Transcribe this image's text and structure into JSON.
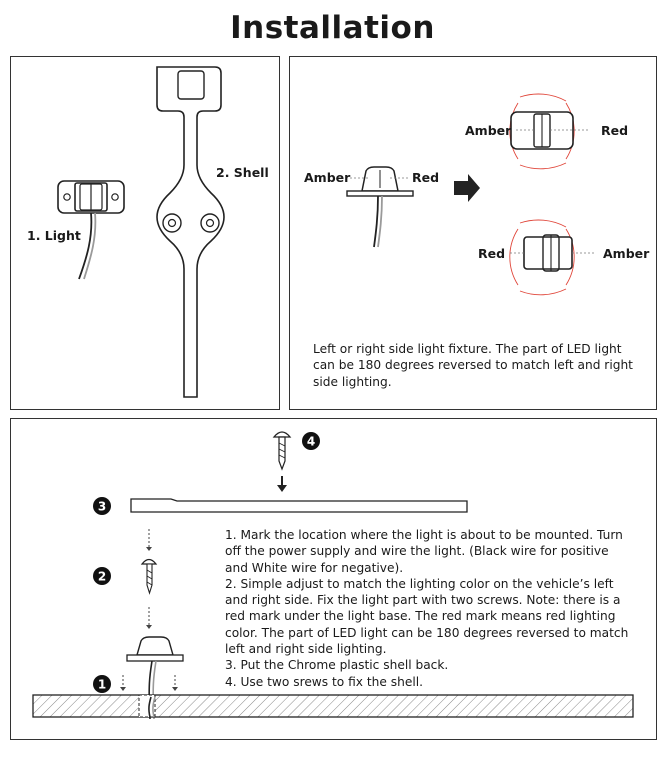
{
  "title": "Installation",
  "parts": {
    "light_label": "1. Light",
    "shell_label": "2. Shell"
  },
  "orientation": {
    "left_label": "Amber",
    "right_label": "Red",
    "top_left_label": "Amber",
    "top_right_label": "Red",
    "bottom_left_label": "Red",
    "bottom_right_label": "Amber",
    "description": "Left or right side light fixture. The part of LED light can be 180 degrees reversed to match left and right side lighting."
  },
  "steps": {
    "markers": [
      "1",
      "2",
      "3",
      "4"
    ],
    "instructions": [
      "1. Mark the location where the light is about to be mounted. Turn off the power supply and wire the light. (Black wire for positive and White wire for negative).",
      "2. Simple adjust to match the lighting color on the vehicle’s left and right side. Fix the light part with two screws. Note: there is a red mark under the light base. The red mark means red lighting color. The part of LED light can be 180 degrees reversed to match left and right side lighting.",
      "3. Put the Chrome plastic shell back.",
      "4. Use two srews to fix the shell."
    ]
  },
  "colors": {
    "accent_red": "#e0463a",
    "line": "#222222"
  }
}
